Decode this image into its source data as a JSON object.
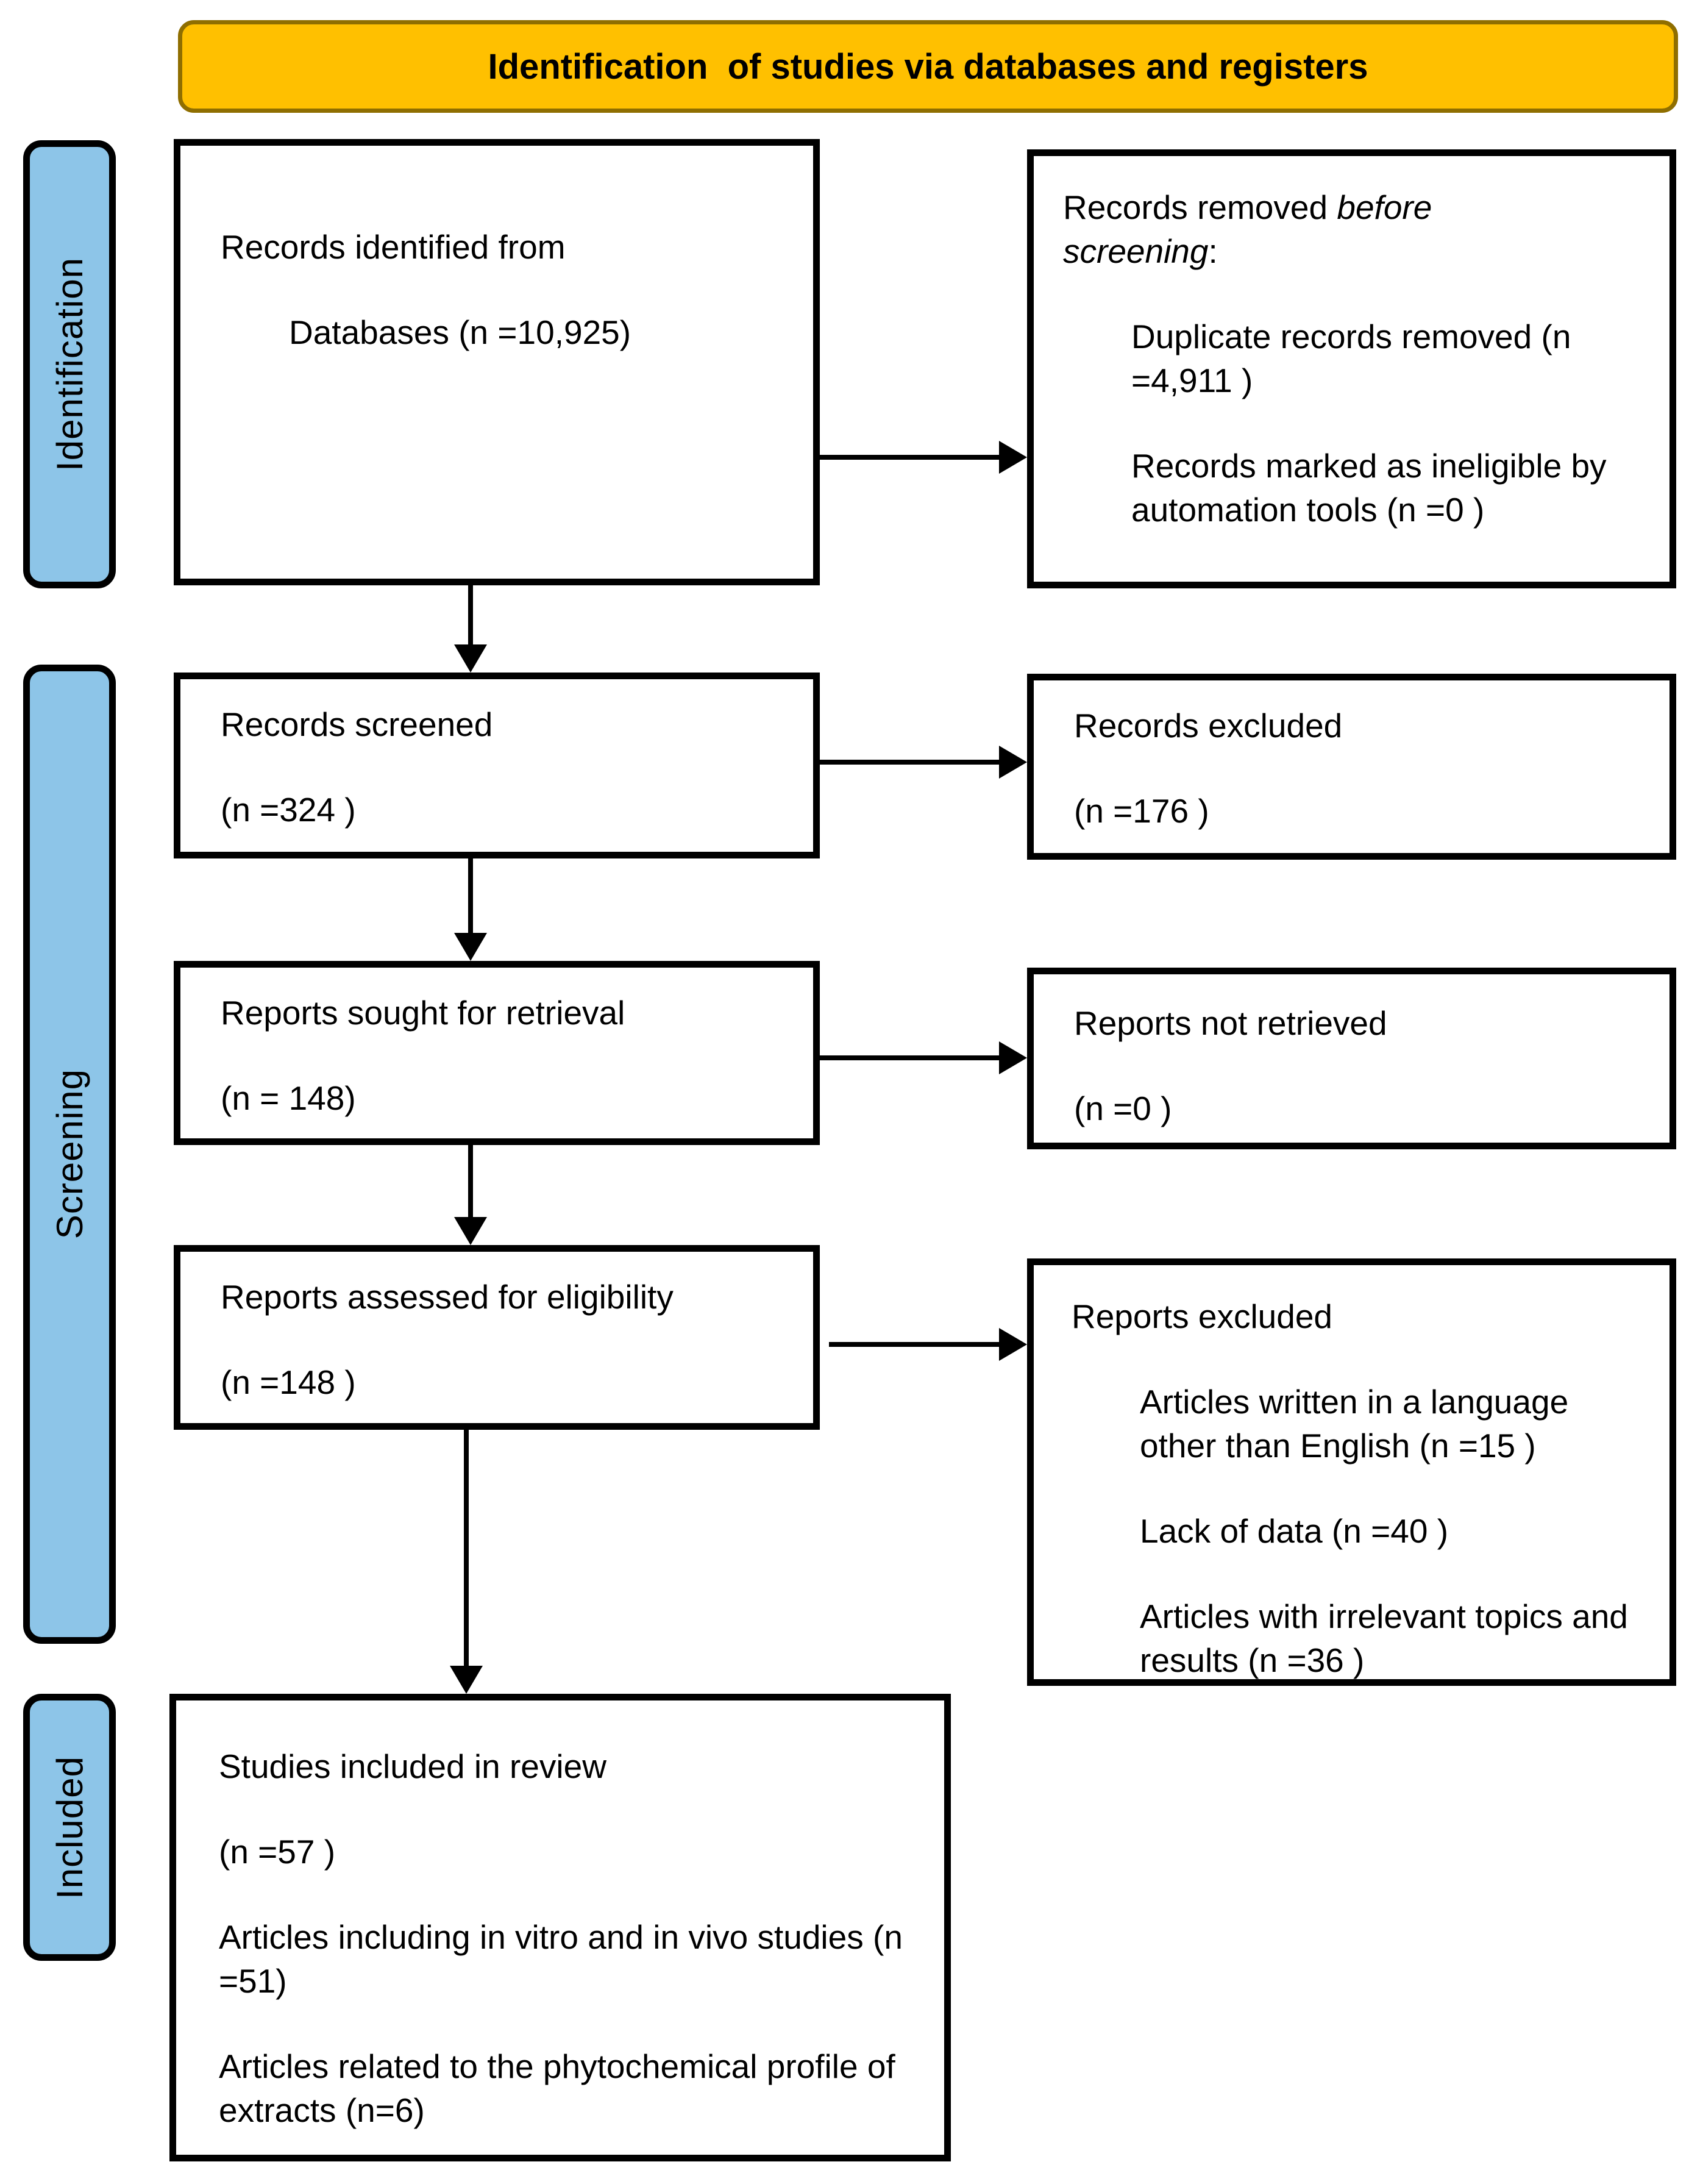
{
  "banner": {
    "title": "Identification  of studies via databases and registers"
  },
  "sidebar": {
    "identification": "Identification",
    "screening": "Screening",
    "included": "Included"
  },
  "boxes": {
    "records_identified": {
      "line1": "Records identified from",
      "line2": "Databases (n =10,925)"
    },
    "records_removed": {
      "intro_before_italic": "Records removed ",
      "intro_italic": "before screening",
      "intro_after_italic": ":",
      "item1": "Duplicate records removed (n =4,911 )",
      "item2": "Records marked as ineligible by automation tools (n =0 )"
    },
    "records_screened": {
      "line1": "Records screened",
      "line2": "(n =324 )"
    },
    "records_excluded": {
      "line1": "Records excluded",
      "line2": "(n =176 )"
    },
    "reports_sought": {
      "line1": "Reports sought for retrieval",
      "line2": "(n = 148)"
    },
    "reports_not_retrieved": {
      "line1": "Reports not retrieved",
      "line2": "(n =0 )"
    },
    "reports_assessed": {
      "line1": "Reports assessed for eligibility",
      "line2": "(n =148 )"
    },
    "reports_excluded": {
      "title": "Reports excluded",
      "item1": "Articles written in a language other than English (n =15 )",
      "item2": "Lack of data (n =40 )",
      "item3": "Articles with irrelevant topics and results (n =36 )"
    },
    "studies_included": {
      "line1": "Studies included in review",
      "line2": "(n =57 )",
      "line3": "Articles including in vitro and in vivo studies (n =51)",
      "line4": "Articles related to the phytochemical profile of extracts (n=6)"
    }
  },
  "colors": {
    "banner_bg": "#FFC000",
    "banner_border": "#8F6E00",
    "stage_bg": "#8DC5E8",
    "box_border": "#000000"
  }
}
